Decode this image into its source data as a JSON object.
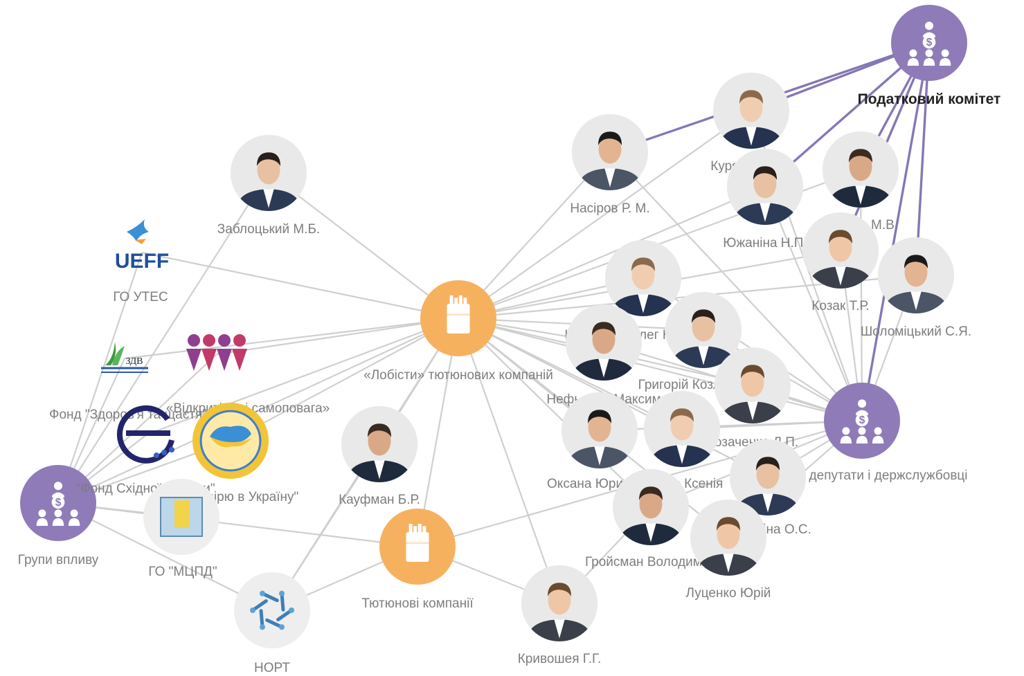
{
  "colors": {
    "group": "#8e7bb8",
    "tobacco": "#f6b15f",
    "edge": "#cfcfcf",
    "edge_strong": "#8677b5",
    "label": "#7d7d7d"
  },
  "nodes": [
    {
      "id": "tax",
      "label": "Податковий комітет",
      "kind": "group",
      "icon": "group-money-icon",
      "bold": true
    },
    {
      "id": "lobby",
      "label": "«Лобісти» тютюнових компаній",
      "kind": "tobacco",
      "icon": "cigarette-pack-icon"
    },
    {
      "id": "tob",
      "label": "Тютюнові компанії",
      "kind": "tobacco",
      "icon": "cigarette-pack-icon"
    },
    {
      "id": "nd",
      "label": "Народні депутати і держслужбовці",
      "kind": "group",
      "icon": "group-money-icon"
    },
    {
      "id": "gv",
      "label": "Групи впливу",
      "kind": "group",
      "icon": "group-money-icon"
    },
    {
      "id": "zab",
      "label": "Заблоцький М.Б.",
      "kind": "person",
      "icon": "person-photo-icon"
    },
    {
      "id": "ueff",
      "label": "ГО УТЕС",
      "kind": "org",
      "icon": "ueff-logo-icon",
      "logo_text": "UEFF"
    },
    {
      "id": "zdv",
      "label": "Фонд \"Здоров'я та щастя\"",
      "kind": "org",
      "icon": "zdv-logo-icon",
      "logo_text": "ЗДВ"
    },
    {
      "id": "vv",
      "label": "«Відкритість і самоповага»",
      "kind": "org",
      "icon": "people-logo-icon"
    },
    {
      "id": "fse",
      "label": "\"Фонд Східної Європи\"",
      "kind": "org",
      "icon": "e-logo-icon"
    },
    {
      "id": "vvu",
      "label": "БО \"Я вірю в Україну\"",
      "kind": "org",
      "icon": "ukraine-seal-icon"
    },
    {
      "id": "mcpd",
      "label": "ГО \"МЦПД\"",
      "kind": "org",
      "icon": "mcpd-logo-icon"
    },
    {
      "id": "nort",
      "label": "НОРТ",
      "kind": "org",
      "icon": "nort-logo-icon"
    },
    {
      "id": "kauf",
      "label": "Кауфман Б.Р.",
      "kind": "person",
      "icon": "person-photo-icon"
    },
    {
      "id": "kryv",
      "label": "Кривошея Г.Г.",
      "kind": "person",
      "icon": "person-photo-icon"
    },
    {
      "id": "nas",
      "label": "Насіров Р. М.",
      "kind": "person",
      "icon": "person-photo-icon"
    },
    {
      "id": "kur",
      "label": "Курячий М.П.",
      "kind": "person",
      "icon": "person-photo-icon"
    },
    {
      "id": "koz_e",
      "label": "Южаніна Н.П.",
      "kind": "person",
      "icon": "person-photo-icon"
    },
    {
      "id": "kob",
      "label": "Кобцев М.В.",
      "kind": "person",
      "icon": "person-photo-icon"
    },
    {
      "id": "kozak",
      "label": "Козак Т.Р.",
      "kind": "person",
      "icon": "person-photo-icon"
    },
    {
      "id": "shol",
      "label": "Шоломіцький С.Я.",
      "kind": "person",
      "icon": "person-photo-icon"
    },
    {
      "id": "kryshch",
      "label": "Крищенко Олег Юрійович",
      "kind": "person",
      "icon": "person-photo-icon"
    },
    {
      "id": "grig",
      "label": "Григорій Козловський",
      "kind": "person",
      "icon": "person-photo-icon"
    },
    {
      "id": "nef",
      "label": "Нефьодов Максим",
      "kind": "person",
      "icon": "person-photo-icon"
    },
    {
      "id": "kozach",
      "label": "Козаченко Л.П.",
      "kind": "person",
      "icon": "person-photo-icon"
    },
    {
      "id": "oks",
      "label": "Оксана Юринець",
      "kind": "person",
      "icon": "person-photo-icon"
    },
    {
      "id": "ks",
      "label": "Ляшко Ксенія",
      "kind": "person",
      "icon": "person-photo-icon"
    },
    {
      "id": "mus",
      "label": "Мусоріна О.С.",
      "kind": "person",
      "icon": "person-photo-icon"
    },
    {
      "id": "groi",
      "label": "Гройсман Володимир",
      "kind": "person",
      "icon": "person-photo-icon"
    },
    {
      "id": "luts",
      "label": "Луценко Юрій",
      "kind": "person",
      "icon": "person-photo-icon"
    }
  ],
  "edges": [
    [
      "lobby",
      "zab"
    ],
    [
      "lobby",
      "ueff"
    ],
    [
      "lobby",
      "vv"
    ],
    [
      "lobby",
      "zdv"
    ],
    [
      "lobby",
      "fse"
    ],
    [
      "lobby",
      "gv"
    ],
    [
      "lobby",
      "kauf"
    ],
    [
      "lobby",
      "tob"
    ],
    [
      "lobby",
      "kryv"
    ],
    [
      "lobby",
      "nas"
    ],
    [
      "lobby",
      "kur"
    ],
    [
      "lobby",
      "koz_e"
    ],
    [
      "lobby",
      "kob"
    ],
    [
      "lobby",
      "kozak"
    ],
    [
      "lobby",
      "shol"
    ],
    [
      "lobby",
      "kryshch"
    ],
    [
      "lobby",
      "grig"
    ],
    [
      "lobby",
      "nef"
    ],
    [
      "lobby",
      "kozach"
    ],
    [
      "lobby",
      "oks"
    ],
    [
      "lobby",
      "ks"
    ],
    [
      "lobby",
      "mus"
    ],
    [
      "lobby",
      "groi"
    ],
    [
      "lobby",
      "luts"
    ],
    [
      "lobby",
      "nd"
    ],
    [
      "lobby",
      "nort"
    ],
    [
      "lobby",
      "vvu"
    ],
    [
      "gv",
      "zab"
    ],
    [
      "gv",
      "zdv"
    ],
    [
      "gv",
      "vv"
    ],
    [
      "gv",
      "fse"
    ],
    [
      "gv",
      "vvu"
    ],
    [
      "gv",
      "mcpd"
    ],
    [
      "gv",
      "nort"
    ],
    [
      "gv",
      "ueff"
    ],
    [
      "gv",
      "tob"
    ],
    [
      "tob",
      "kryv"
    ],
    [
      "tob",
      "nort"
    ],
    [
      "tob",
      "nd"
    ],
    [
      "nd",
      "kur"
    ],
    [
      "nd",
      "koz_e"
    ],
    [
      "nd",
      "kob"
    ],
    [
      "nd",
      "kozak"
    ],
    [
      "nd",
      "shol"
    ],
    [
      "nd",
      "nas"
    ],
    [
      "nd",
      "kryshch"
    ],
    [
      "nd",
      "grig"
    ],
    [
      "nd",
      "nef"
    ],
    [
      "nd",
      "kozach"
    ],
    [
      "nd",
      "oks"
    ],
    [
      "nd",
      "ks"
    ],
    [
      "nd",
      "mus"
    ],
    [
      "nd",
      "groi"
    ],
    [
      "nd",
      "luts"
    ],
    [
      "nort",
      "kauf"
    ],
    [
      "kryv",
      "groi"
    ]
  ],
  "strong_edges": [
    [
      "tax",
      "nas"
    ],
    [
      "tax",
      "kur"
    ],
    [
      "tax",
      "koz_e"
    ],
    [
      "tax",
      "kob"
    ],
    [
      "tax",
      "shol"
    ],
    [
      "tax",
      "kozak"
    ],
    [
      "tax",
      "nd"
    ]
  ]
}
